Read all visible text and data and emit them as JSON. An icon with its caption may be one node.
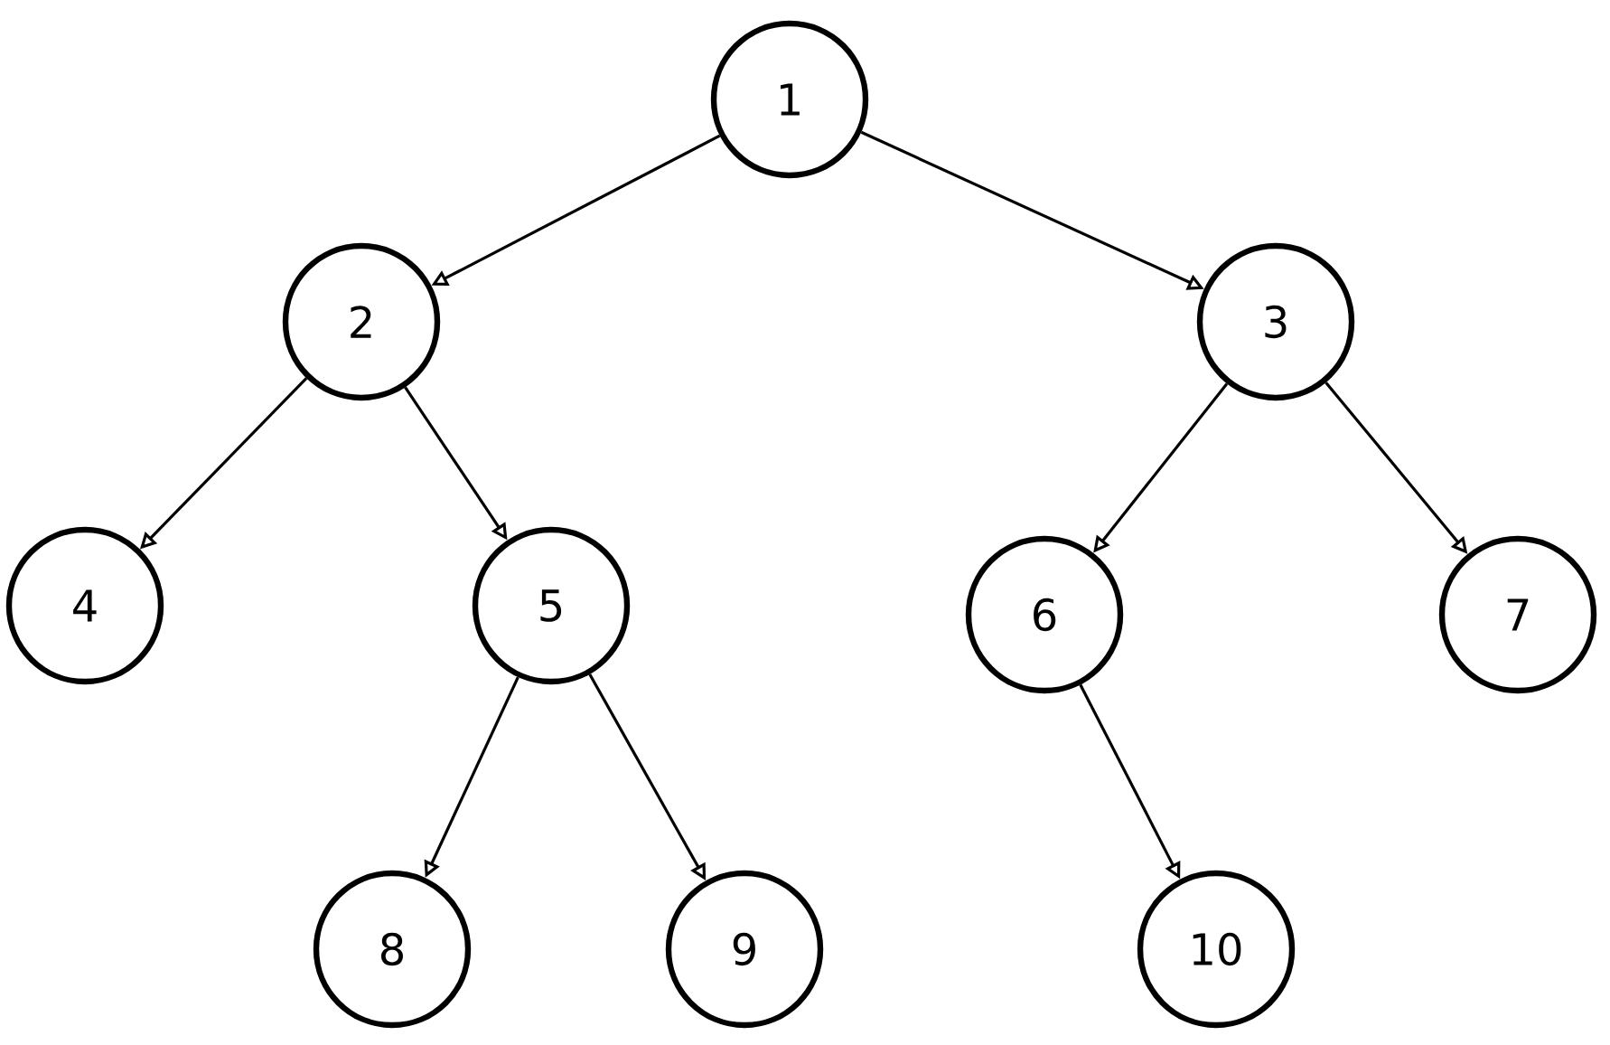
{
  "diagram": {
    "nodes": [
      {
        "text": [
          "1"
        ]
      },
      {
        "text": [
          "2"
        ]
      },
      {
        "text": [
          "3"
        ]
      },
      {
        "text": [
          "4"
        ]
      },
      {
        "text": [
          "5"
        ]
      },
      {
        "text": [
          "6"
        ]
      },
      {
        "text": [
          "7"
        ]
      },
      {
        "text": [
          "8"
        ]
      },
      {
        "text": [
          "9"
        ]
      },
      {
        "text": [
          "10"
        ]
      }
    ],
    "edges": [
      {
        "from": 0,
        "to": 1,
        "arrow": "to"
      },
      {
        "from": 0,
        "to": 2,
        "arrow": "to"
      },
      {
        "from": 1,
        "to": 3,
        "arrow": "to"
      },
      {
        "from": 1,
        "to": 4,
        "arrow": "to"
      },
      {
        "from": 2,
        "to": 5,
        "arrow": "to"
      },
      {
        "from": 2,
        "to": 6,
        "arrow": "to"
      },
      {
        "from": 4,
        "to": 7,
        "arrow": "to"
      },
      {
        "from": 4,
        "to": 8,
        "arrow": "to"
      },
      {
        "from": 5,
        "to": 9,
        "arrow": "to"
      }
    ]
  }
}
